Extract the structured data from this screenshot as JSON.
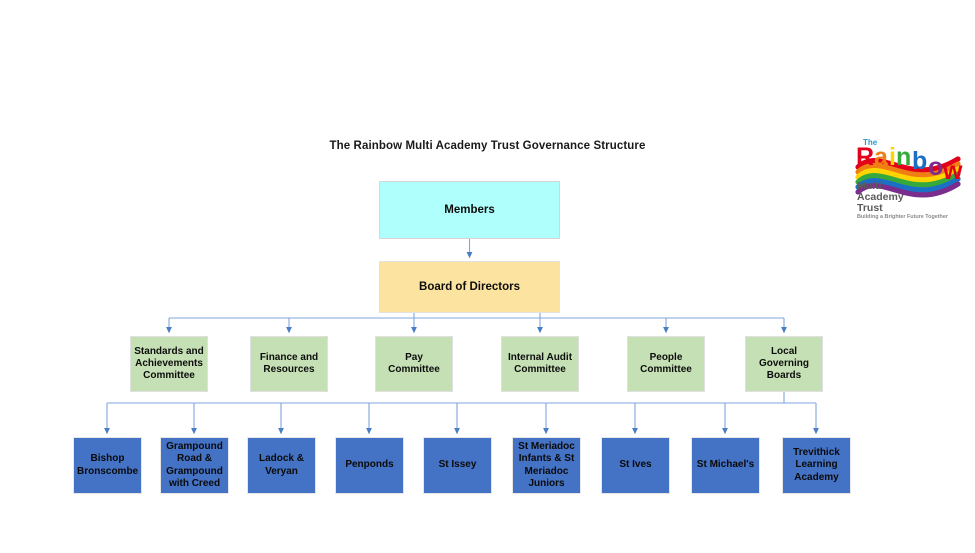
{
  "page": {
    "title": "The Rainbow Multi Academy Trust Governance Structure",
    "background_color": "#ffffff"
  },
  "colors": {
    "members_fill": "#affffc",
    "board_fill": "#fce4a0",
    "committee_fill": "#c5e0b4",
    "school_fill": "#4472c4",
    "connector": "#5b8fd4",
    "text": "#0d0d0d"
  },
  "diagram": {
    "type": "org-chart",
    "levels": [
      {
        "name": "members",
        "nodes": [
          {
            "label": "Members"
          }
        ]
      },
      {
        "name": "board",
        "nodes": [
          {
            "label": "Board of Directors"
          }
        ]
      },
      {
        "name": "committees",
        "nodes": [
          {
            "label": "Standards and Achievements Committee"
          },
          {
            "label": "Finance and Resources"
          },
          {
            "label": "Pay Committee"
          },
          {
            "label": "Internal Audit Committee"
          },
          {
            "label": "People Committee"
          },
          {
            "label": "Local Governing Boards"
          }
        ]
      },
      {
        "name": "schools",
        "nodes": [
          {
            "label": "Bishop Bronscombe"
          },
          {
            "label": "Grampound Road & Grampound with Creed"
          },
          {
            "label": "Ladock & Veryan"
          },
          {
            "label": "Penponds"
          },
          {
            "label": "St Issey"
          },
          {
            "label": "St Meriadoc Infants & St Meriadoc Juniors"
          },
          {
            "label": "St Ives"
          },
          {
            "label": "St Michael's"
          },
          {
            "label": "Trevithick Learning Academy"
          }
        ]
      }
    ]
  },
  "logo": {
    "the": "The",
    "rainbow": "Rainbow",
    "line1": "Multi",
    "line2": "Academy",
    "line3": "Trust",
    "tagline": "Building a Brighter Future Together"
  }
}
